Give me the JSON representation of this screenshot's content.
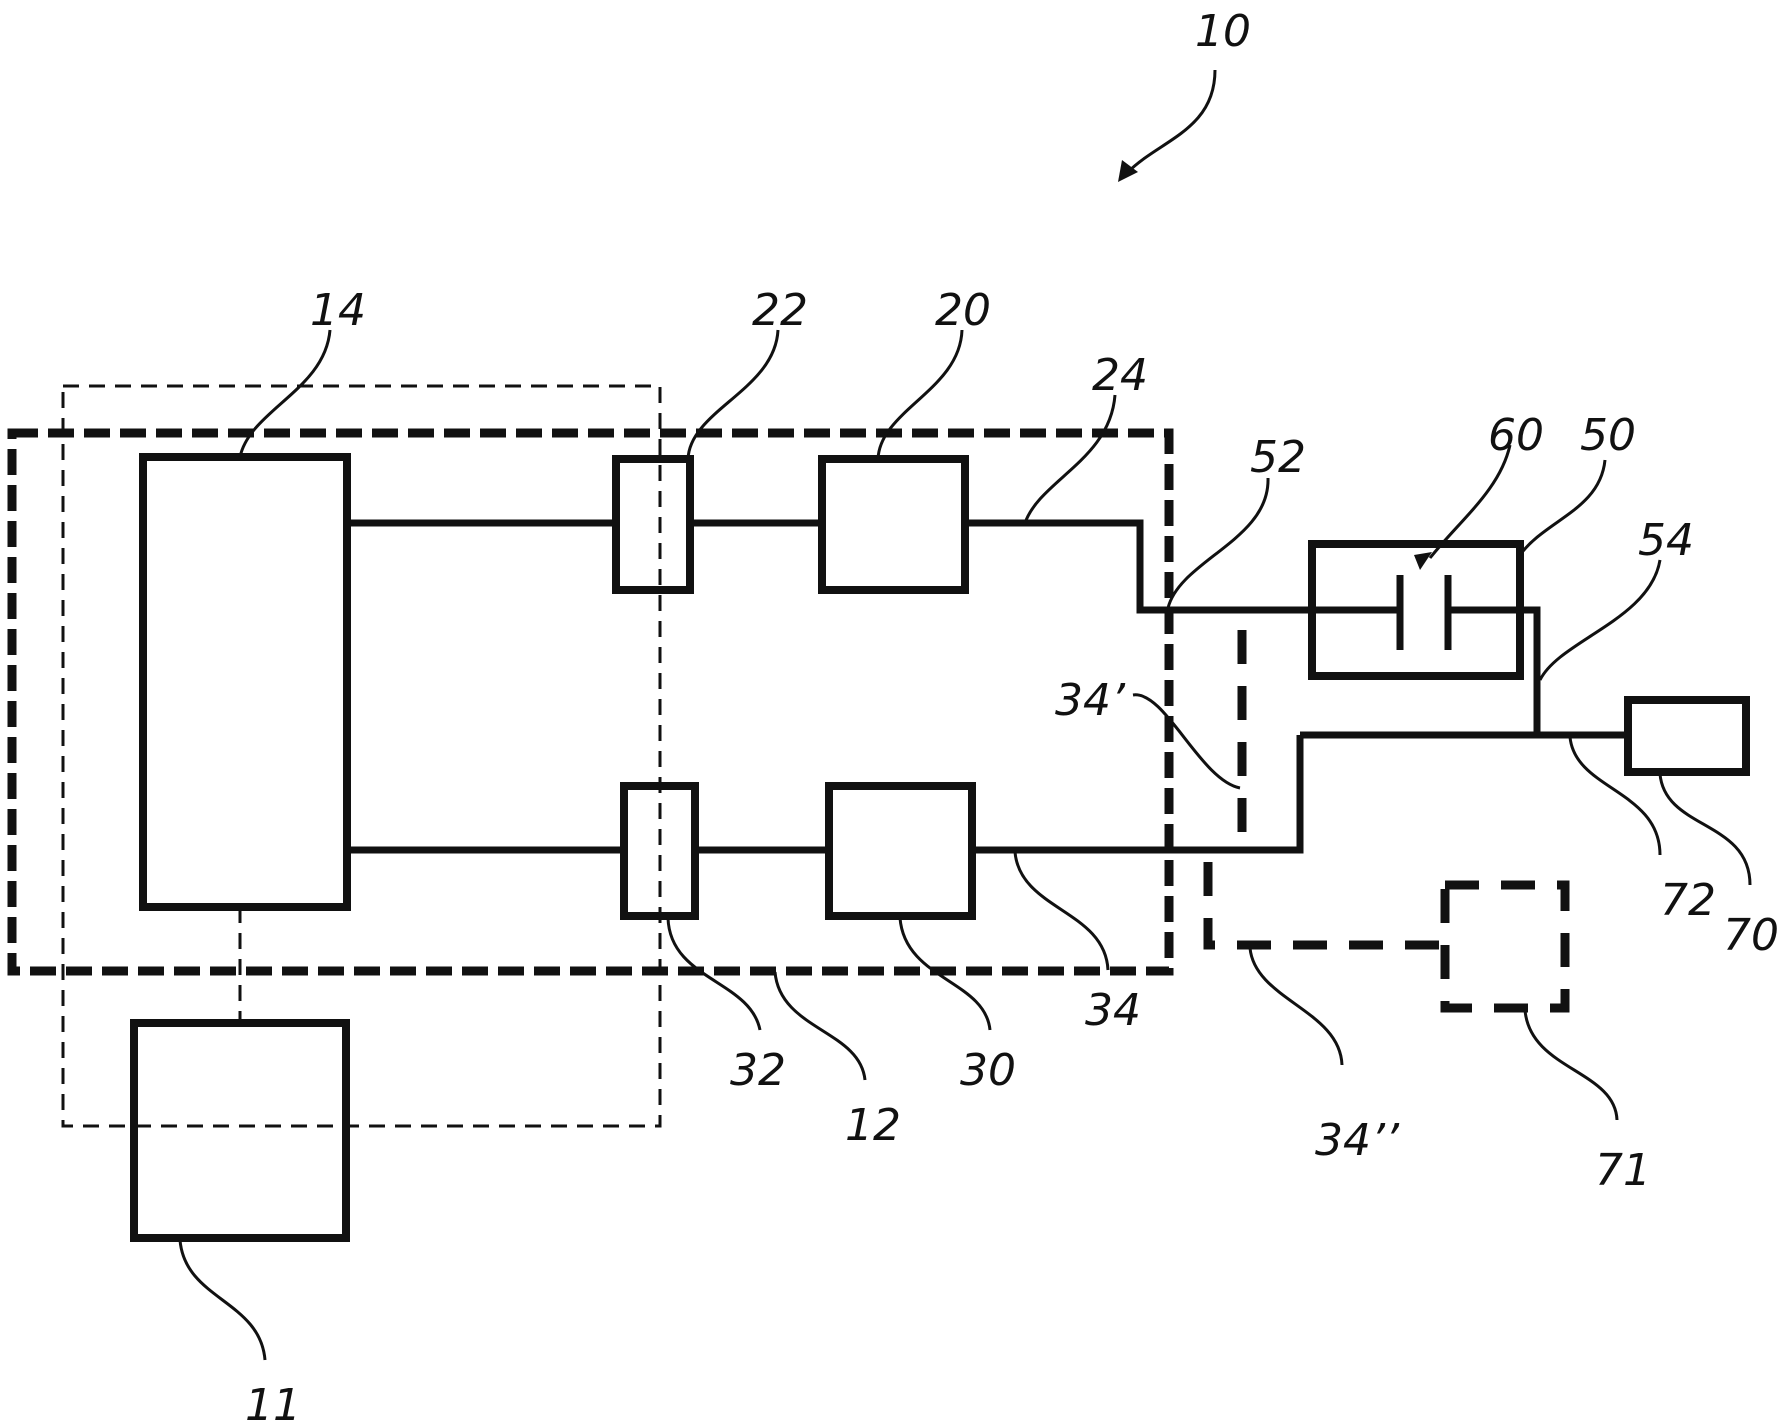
{
  "figure": {
    "reference": "10",
    "components": [
      {
        "id": "11",
        "desc": "external box below"
      },
      {
        "id": "12",
        "desc": "thick dashed enclosure"
      },
      {
        "id": "14",
        "desc": "large main block"
      },
      {
        "id": "20",
        "desc": "upper block"
      },
      {
        "id": "22",
        "desc": "upper narrow block"
      },
      {
        "id": "24",
        "desc": "upper line"
      },
      {
        "id": "30",
        "desc": "lower block"
      },
      {
        "id": "32",
        "desc": "lower narrow block"
      },
      {
        "id": "34",
        "desc": "lower line"
      },
      {
        "id": "34'",
        "desc": "dashed alternative line"
      },
      {
        "id": "34''",
        "desc": "dashed alternative line to 71"
      },
      {
        "id": "50",
        "desc": "capacitor box"
      },
      {
        "id": "52",
        "desc": "line into capacitor box"
      },
      {
        "id": "54",
        "desc": "line out of capacitor box"
      },
      {
        "id": "60",
        "desc": "capacitor"
      },
      {
        "id": "70",
        "desc": "right block"
      },
      {
        "id": "71",
        "desc": "dashed optional block"
      },
      {
        "id": "72",
        "desc": "line to block 70"
      }
    ]
  },
  "labels": {
    "l10": "10",
    "l11": "11",
    "l12": "12",
    "l14": "14",
    "l20": "20",
    "l22": "22",
    "l24": "24",
    "l30": "30",
    "l32": "32",
    "l34": "34",
    "l34p": "34’",
    "l34pp": "34’’",
    "l50": "50",
    "l52": "52",
    "l54": "54",
    "l60": "60",
    "l70": "70",
    "l71": "71",
    "l72": "72"
  }
}
